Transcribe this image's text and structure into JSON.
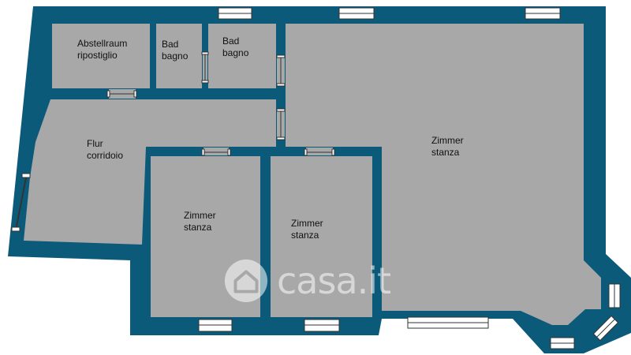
{
  "colors": {
    "wall": "#0c5a7a",
    "floor": "#a8a8a8",
    "window_glass": "#ffffff",
    "window_frame": "#333333",
    "background": "#ffffff"
  },
  "rooms": {
    "storage": {
      "line1": "Abstellraum",
      "line2": "ripostiglio"
    },
    "bath1": {
      "line1": "Bad",
      "line2": "bagno"
    },
    "bath2": {
      "line1": "Bad",
      "line2": "bagno"
    },
    "hallway": {
      "line1": "Flur",
      "line2": "corridoio"
    },
    "large_room": {
      "line1": "Zimmer",
      "line2": "stanza"
    },
    "room_left": {
      "line1": "Zimmer",
      "line2": "stanza"
    },
    "room_middle": {
      "line1": "Zimmer",
      "line2": "stanza"
    }
  },
  "watermark": {
    "text": "casa.it",
    "icon": "house-icon"
  }
}
